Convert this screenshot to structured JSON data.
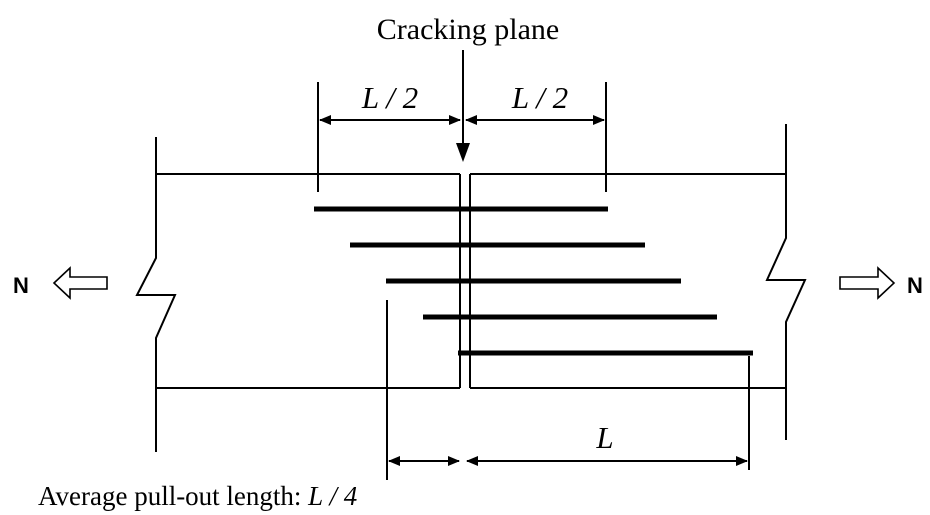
{
  "diagram": {
    "cracking_plane_label": "Cracking plane",
    "dim_left_half": "L / 2",
    "dim_right_half": "L / 2",
    "dim_full": "L",
    "caption_prefix": "Average pull-out length: ",
    "caption_value": "L / 4",
    "force_left": "N",
    "force_right": "N",
    "fiber_count": 5
  }
}
